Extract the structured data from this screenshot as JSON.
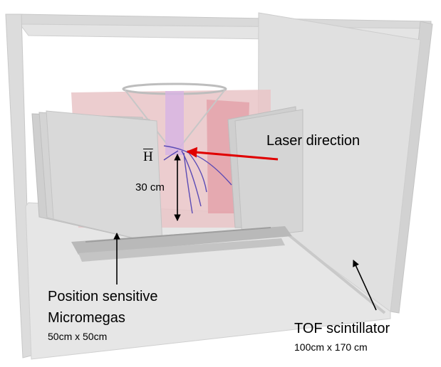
{
  "labels": {
    "laser_direction": "Laser direction",
    "hbar_symbol": "H",
    "distance": "30 cm",
    "micromegas_line1": "Position sensitive",
    "micromegas_line2": "Micromegas",
    "micromegas_size": "50cm x 50cm",
    "tof_title": "TOF scintillator",
    "tof_size": "100cm x 170 cm"
  },
  "colors": {
    "background": "#ffffff",
    "frame_grey": "#d6d6d6",
    "panel_grey": "#c9c9c9",
    "chamber_red": "#e8b6bb",
    "laser_red": "#e00000",
    "track_purple": "#5b4bb5",
    "arrow_black": "#000000"
  }
}
